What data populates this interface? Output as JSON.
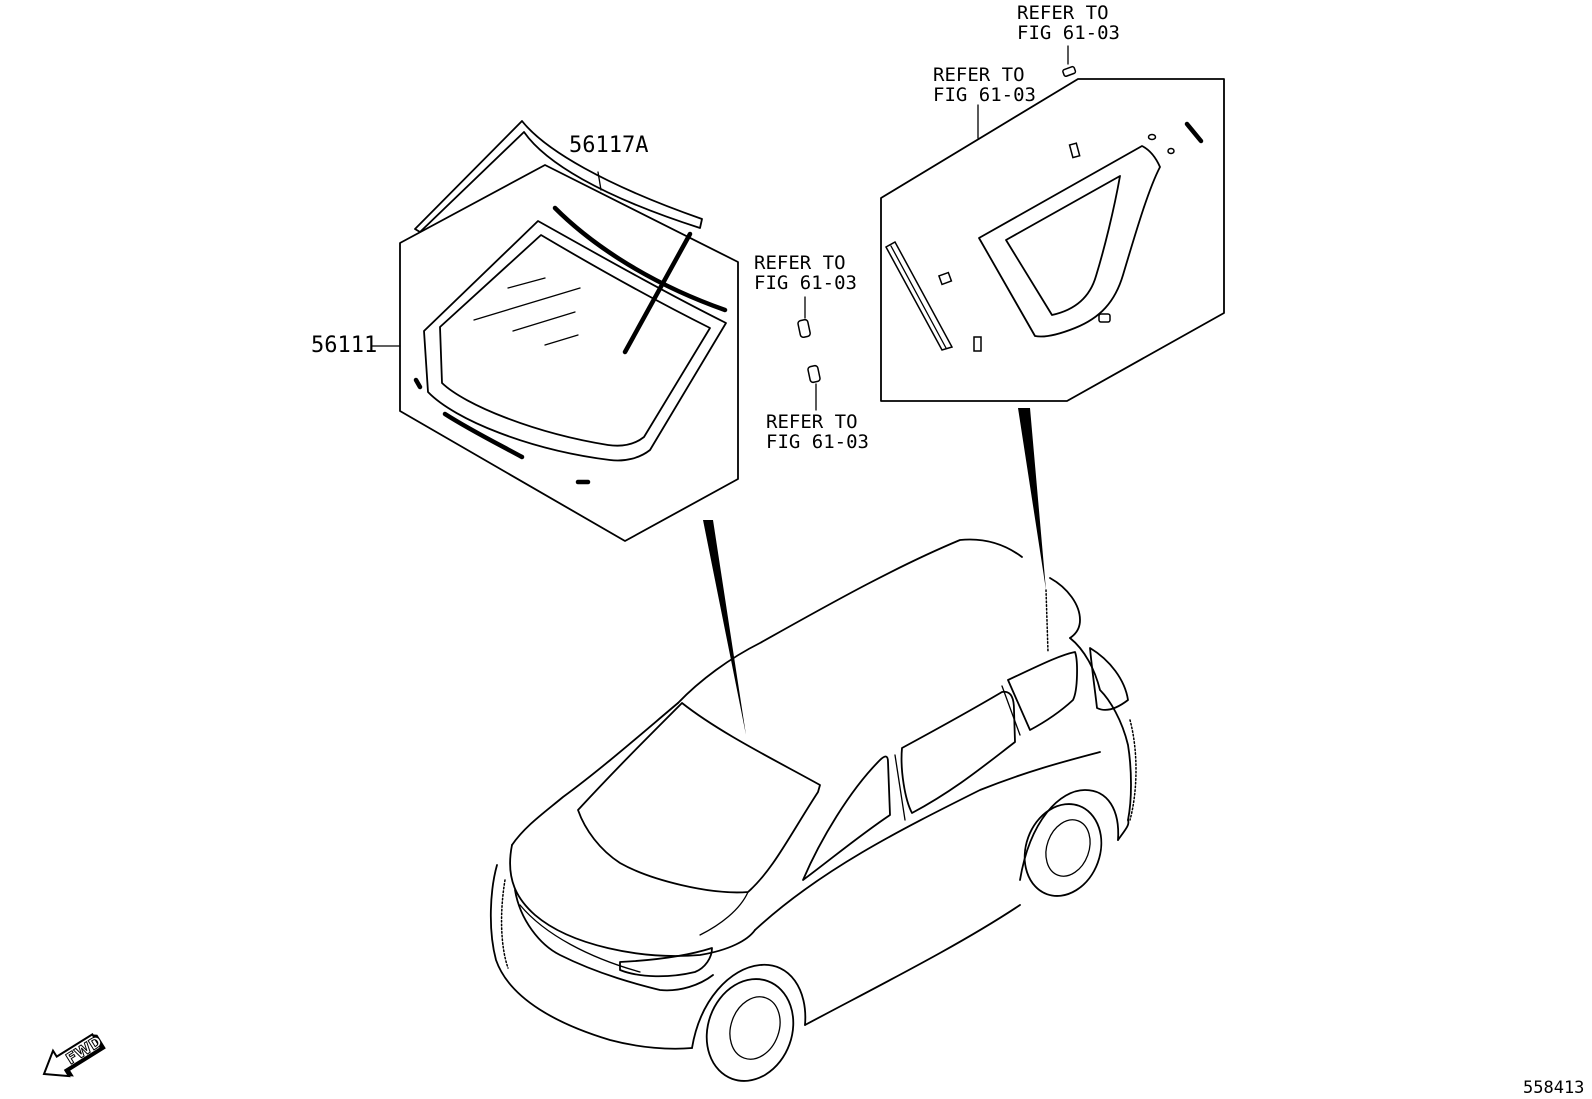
{
  "callouts": {
    "part_56117a": "56117A",
    "part_56111": "56111",
    "refer_top_line1": "REFER TO",
    "refer_top_line2": "FIG 61-03",
    "refer_quarter_line1": "REFER TO",
    "refer_quarter_line2": "FIG 61-03",
    "refer_mid_upper_line1": "REFER TO",
    "refer_mid_upper_line2": "FIG 61-03",
    "refer_mid_lower_line1": "REFER TO",
    "refer_mid_lower_line2": "FIG 61-03"
  },
  "fwd_label": "FWD",
  "illustration_number": "558413"
}
